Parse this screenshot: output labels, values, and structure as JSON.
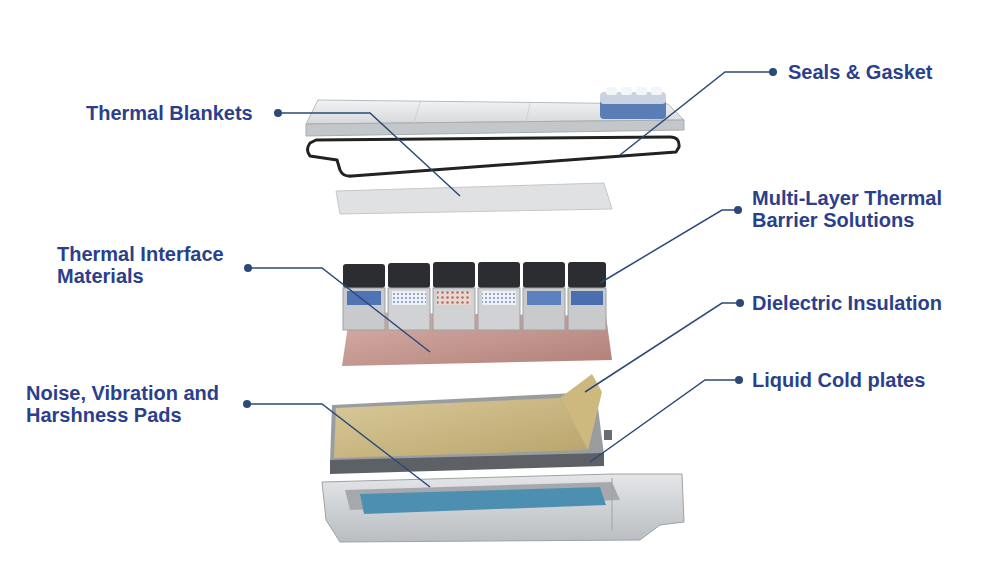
{
  "diagram": {
    "labels": [
      "Seals & Gasket",
      "Thermal Blankets",
      "Multi-Layer Thermal Barrier Solutions",
      "Thermal Interface Materials",
      "Dielectric Insulation",
      "Liquid Cold plates",
      "Noise, Vibration and Harshness Pads"
    ]
  }
}
